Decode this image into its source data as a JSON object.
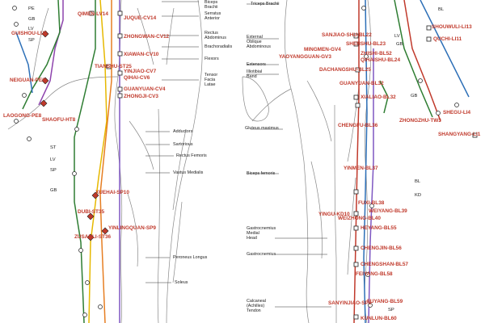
{
  "colors": {
    "point_label": "#c0392b",
    "PE": "#8e44ad",
    "GB": "#2e7d32",
    "LV": "#2e7d32",
    "SP": "#e6b800",
    "ST": "#e67e22",
    "BL": "#2c6fb7",
    "KD": "#7f8c8d",
    "LI": "#c0392b",
    "CV": "#7e57c2"
  },
  "meridians_left": [
    "PE",
    "GB",
    "LV",
    "SP",
    "ST",
    "LV",
    "SP",
    "GB"
  ],
  "meridians_right": [
    "BL",
    "LV",
    "GB",
    "GB",
    "BL",
    "KD",
    "SP"
  ],
  "points_front": [
    "QIMEN-LV14",
    "JUQUE-CV14",
    "GUISHOU-LU5",
    "ZHONGWAN-CV12",
    "XIAWAN-CV10",
    "NEIGUAN-PE6",
    "TIANSHU-ST25",
    "YINJIAO-CV7",
    "QIHAI-CV6",
    "GUANYUAN-CV4",
    "ZHONGJI-CV3",
    "LAOGONG-PE8",
    "SHAOFU-HT8",
    "XUEHAI-SP10",
    "DUBI-ST35",
    "YINLINGQUAN-SP9",
    "ZUSANLI-ST36"
  ],
  "points_back": [
    "SANJIAO-SHU-BL22",
    "SHENSHU-BL23",
    "SHOUWULI-LI13",
    "QUCHI-LI11",
    "MINGMEN-GV4",
    "ZHISHI-BL52",
    "YAOYANGGUAN-GV3",
    "QIHAISHU-BL24",
    "DACHANGSHU-BL25",
    "GUANYUAN-BL32",
    "XIALIAO-BL32",
    "SHEGU-LI4",
    "ZHONGZHU-TW3",
    "SHANGYANG-LI1",
    "CHENGFU-BL36",
    "YINMEN-BL37",
    "FUXI-BL38",
    "YINGU-KD10",
    "WEIYANG-BL39",
    "WEIZHONG-BL40",
    "HEYANG-BL55",
    "CHENGJIN-BL56",
    "CHENGSHAN-BL57",
    "FEIYANG-BL58",
    "SANYINJIAO-SP6",
    "FUYANG-BL59",
    "KUNLUN-BL60"
  ],
  "muscles_front": [
    "Biceps\nBrachii",
    "Serratus\nAnterior",
    "Rectus\nAbdominus",
    "Brachoradialis",
    "Flexors",
    "Tensor\nFacia\nLatae",
    "Adductors",
    "Sartorious",
    "Rectus Femoris",
    "Vastus Medialis",
    "Peroneus Longus",
    "Soleus"
  ],
  "muscles_back": [
    "Triceps Brachii",
    "External\nOblique\nAbdominous",
    "Extensors",
    "Illiotibial\nBand",
    "Gluteus maximus",
    "Biceps femoris",
    "Gastrocnemius\nMedial\nHead",
    "Gastrocnemius",
    "Calcaneal\n(Achilles)\nTendon"
  ]
}
